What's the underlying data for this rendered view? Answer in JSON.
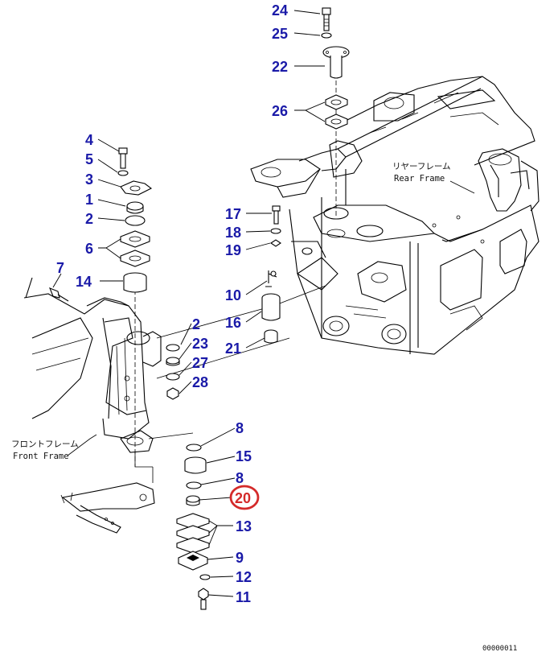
{
  "colors": {
    "callout": "#1a1aa8",
    "highlight": "#d42a2a",
    "line": "#000000"
  },
  "labels": {
    "rear_frame_jp": "リヤーフレーム",
    "rear_frame_en": "Rear Frame",
    "front_frame_jp": "フロントフレーム",
    "front_frame_en": "Front Frame",
    "footer_code": "00000011"
  },
  "callouts": [
    {
      "id": "24",
      "part": "bolt"
    },
    {
      "id": "25",
      "part": "washer"
    },
    {
      "id": "22",
      "part": "pin"
    },
    {
      "id": "26",
      "part": "shim"
    },
    {
      "id": "4",
      "part": "bolt"
    },
    {
      "id": "5",
      "part": "washer"
    },
    {
      "id": "3",
      "part": "plate"
    },
    {
      "id": "1",
      "part": "ring"
    },
    {
      "id": "2",
      "part": "seal"
    },
    {
      "id": "6",
      "part": "shim"
    },
    {
      "id": "7",
      "part": "fitting"
    },
    {
      "id": "14",
      "part": "bushing"
    },
    {
      "id": "17",
      "part": "bolt"
    },
    {
      "id": "18",
      "part": "washer"
    },
    {
      "id": "19",
      "part": "washer"
    },
    {
      "id": "10",
      "part": "grease-fitting"
    },
    {
      "id": "16",
      "part": "pin"
    },
    {
      "id": "21",
      "part": "bushing"
    },
    {
      "id": "2",
      "part": "seal"
    },
    {
      "id": "23",
      "part": "ring"
    },
    {
      "id": "27",
      "part": "spacer"
    },
    {
      "id": "28",
      "part": "nut"
    },
    {
      "id": "8",
      "part": "seal"
    },
    {
      "id": "15",
      "part": "bearing"
    },
    {
      "id": "8",
      "part": "seal"
    },
    {
      "id": "20",
      "part": "spacer",
      "highlighted": true
    },
    {
      "id": "13",
      "part": "shim"
    },
    {
      "id": "9",
      "part": "plate"
    },
    {
      "id": "12",
      "part": "washer"
    },
    {
      "id": "11",
      "part": "bolt"
    }
  ]
}
